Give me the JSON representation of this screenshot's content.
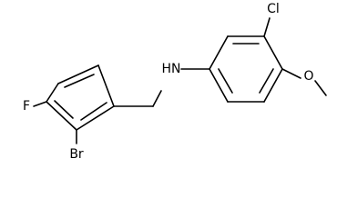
{
  "molecule": {
    "atom_labels": {
      "fluorine": "F",
      "bromine": "Br",
      "amine": "HN",
      "chlorine": "Cl",
      "methoxy_oxygen": "O"
    }
  }
}
